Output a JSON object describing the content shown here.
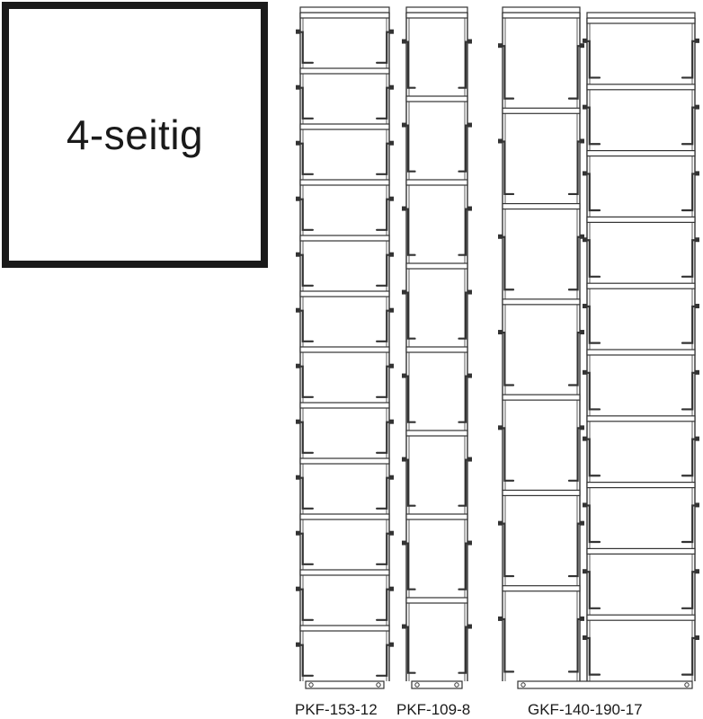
{
  "badge": {
    "text": "4-seitig"
  },
  "racks": [
    {
      "model": "PKF-153-12",
      "columns": 1,
      "pockets_per_column": 12
    },
    {
      "model": "PKF-109-8",
      "columns": 1,
      "pockets_per_column": 8
    },
    {
      "model": "GKF-140-190-17",
      "columns": 2,
      "pockets_per_column": [
        7,
        10
      ]
    }
  ],
  "colors": {
    "line": "#333333",
    "fill": "#ffffff",
    "text": "#1a1a1a"
  }
}
